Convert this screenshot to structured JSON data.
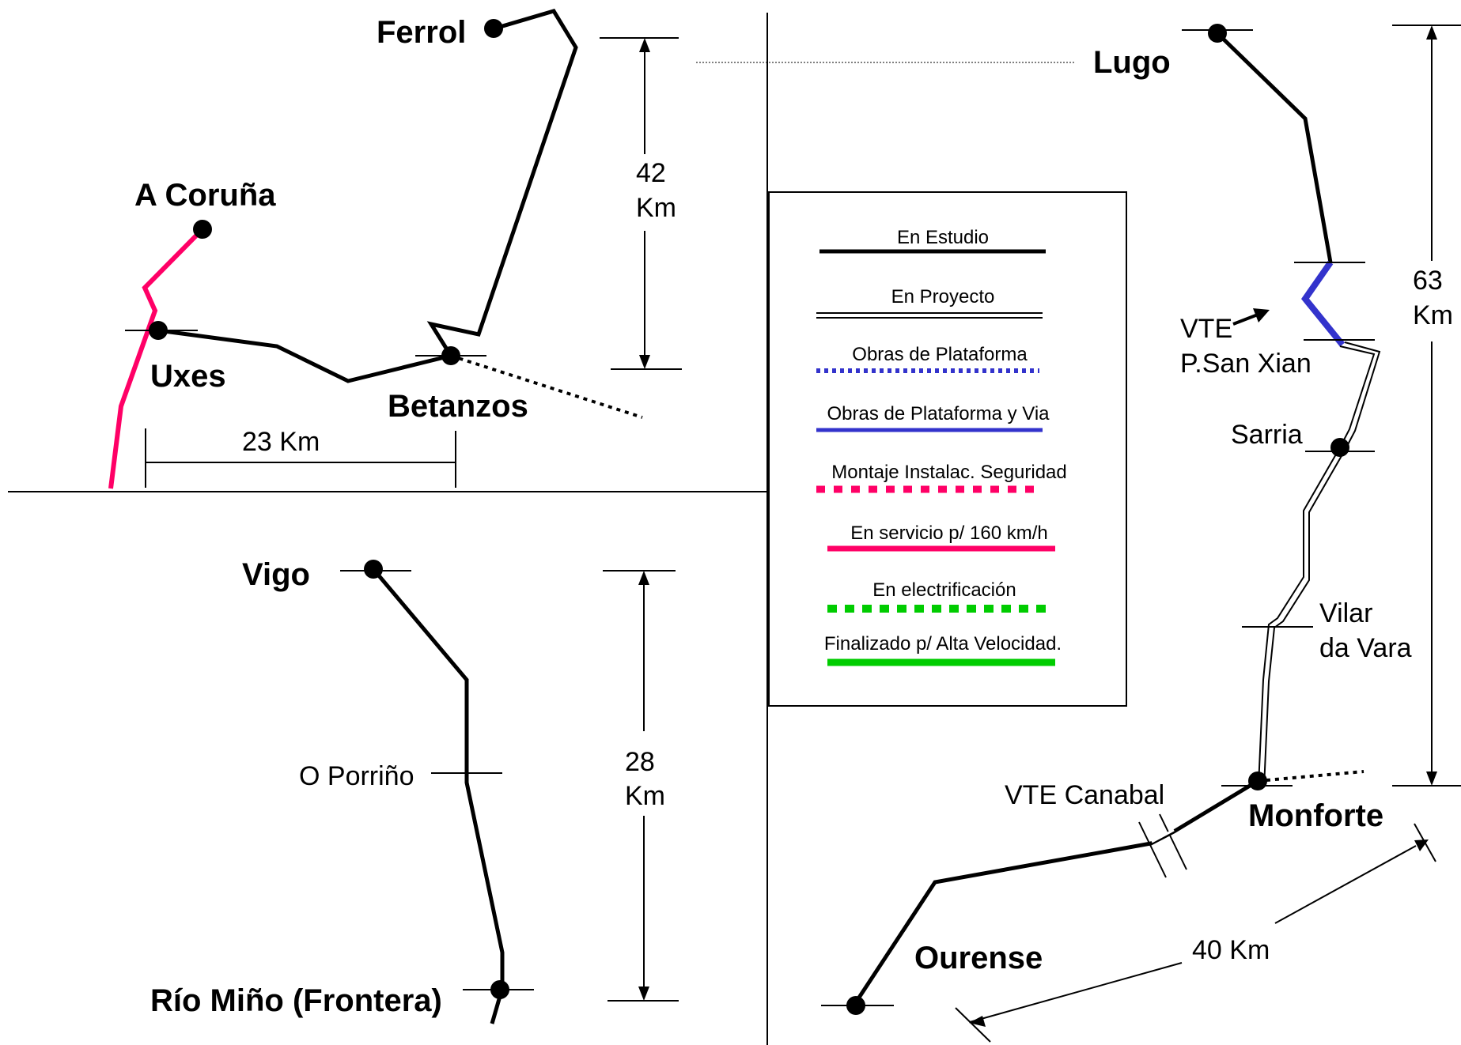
{
  "cities": {
    "ferrol": "Ferrol",
    "a_coruna": "A Coruña",
    "uxes": "Uxes",
    "betanzos": "Betanzos",
    "vigo": "Vigo",
    "o_porrino": "O Porriño",
    "rio_mino": "Río Miño (Frontera)",
    "lugo": "Lugo",
    "vte_san_xian_1": "VTE",
    "vte_san_xian_2": "P.San Xian",
    "sarria": "Sarria",
    "vilar_1": "Vilar",
    "vilar_2": "da Vara",
    "vte_canabal": "VTE Canabal",
    "monforte": "Monforte",
    "ourense": "Ourense"
  },
  "distances": {
    "ferrol_betanzos_num": "42",
    "ferrol_betanzos_unit": "Km",
    "uxes_betanzos": "23 Km",
    "vigo_mino_num": "28",
    "vigo_mino_unit": "Km",
    "lugo_monforte_num": "63",
    "lugo_monforte_unit": "Km",
    "monforte_ourense": "40 Km"
  },
  "legend": [
    {
      "label": "En Estudio",
      "style": "solid-black"
    },
    {
      "label": "En Proyecto",
      "style": "double-black"
    },
    {
      "label": "Obras de Plataforma",
      "style": "dotted-blue"
    },
    {
      "label": "Obras de Plataforma y Via",
      "style": "solid-blue"
    },
    {
      "label": "Montaje Instalac. Seguridad",
      "style": "dashed-magenta"
    },
    {
      "label": "En servicio p/ 160 km/h",
      "style": "solid-magenta"
    },
    {
      "label": "En electrificación",
      "style": "dashed-green"
    },
    {
      "label": "Finalizado p/ Alta Velocidad.",
      "style": "solid-green"
    }
  ],
  "colors": {
    "study": "#000000",
    "works_blue": "#3333cc",
    "service_magenta": "#ff0066",
    "electrification_green": "#00cc00"
  }
}
